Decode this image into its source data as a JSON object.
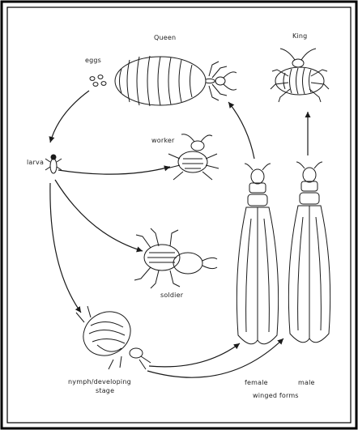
{
  "labels": {
    "queen": "Queen",
    "king": "King",
    "eggs": "eggs",
    "larva": "larva",
    "worker": "worker",
    "soldier": "soldier",
    "nymph": "nymph/developing",
    "nymph_line2": "stage",
    "female": "female",
    "male": "male",
    "winged": "winged forms"
  },
  "colors": {
    "ink": "#1a1a1a",
    "frame": "#000000",
    "background": "#ffffff"
  }
}
